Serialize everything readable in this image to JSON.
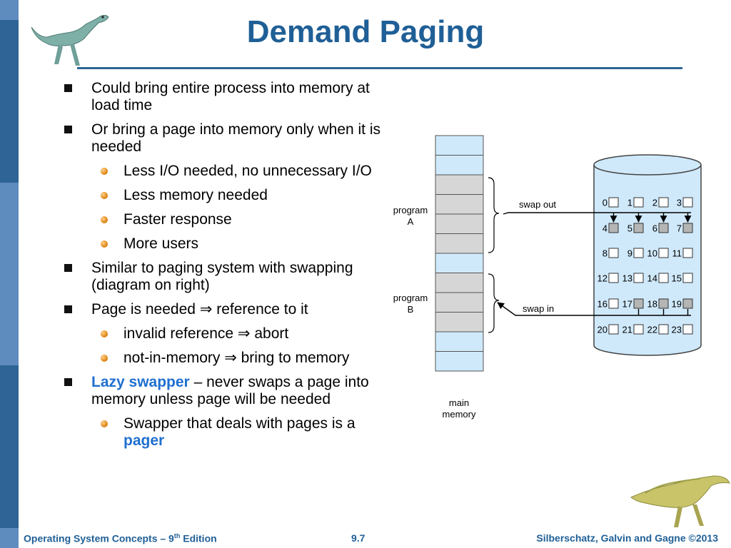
{
  "slide": {
    "title": "Demand Paging",
    "bullets": [
      {
        "text": "Could bring entire process into memory at load time"
      },
      {
        "text": "Or bring a page into memory only when it is needed",
        "sub": [
          "Less I/O needed, no unnecessary I/O",
          "Less memory needed",
          "Faster response",
          "More users"
        ]
      },
      {
        "text": "Similar to paging system with swapping (diagram on right)"
      },
      {
        "text": "Page is needed ⇒ reference to it",
        "sub": [
          "invalid reference ⇒ abort",
          "not-in-memory ⇒ bring to memory"
        ]
      },
      {
        "highlight": "Lazy swapper",
        "text": " – never swaps a page into memory unless page will be needed",
        "sub_rich": [
          {
            "text": "Swapper that deals with pages is a ",
            "highlight": "pager"
          }
        ]
      }
    ]
  },
  "diagram": {
    "program_a_label": [
      "program",
      "A"
    ],
    "program_b_label": [
      "program",
      "B"
    ],
    "main_memory_label": [
      "main",
      "memory"
    ],
    "swap_out_label": "swap out",
    "swap_in_label": "swap in",
    "memory_cells": [
      "free",
      "free",
      "used",
      "used",
      "used",
      "used",
      "free",
      "used",
      "used",
      "used",
      "free",
      "free"
    ],
    "disk_pages": [
      [
        "0",
        "1",
        "2",
        "3"
      ],
      [
        "4",
        "5",
        "6",
        "7"
      ],
      [
        "8",
        "9",
        "10",
        "11"
      ],
      [
        "12",
        "13",
        "14",
        "15"
      ],
      [
        "16",
        "17",
        "18",
        "19"
      ],
      [
        "20",
        "21",
        "22",
        "23"
      ]
    ],
    "shaded_pages": [
      "4",
      "5",
      "6",
      "7",
      "17",
      "18",
      "19"
    ],
    "colors": {
      "cell_free": "#cfe9fb",
      "cell_used": "#d6d6d6",
      "disk": "#cfe9fb"
    }
  },
  "footer": {
    "left_pre": "Operating System Concepts – 9",
    "left_sup": "th",
    "left_post": " Edition",
    "center": "9.7",
    "right": "Silberschatz, Galvin and Gagne ©2013"
  }
}
